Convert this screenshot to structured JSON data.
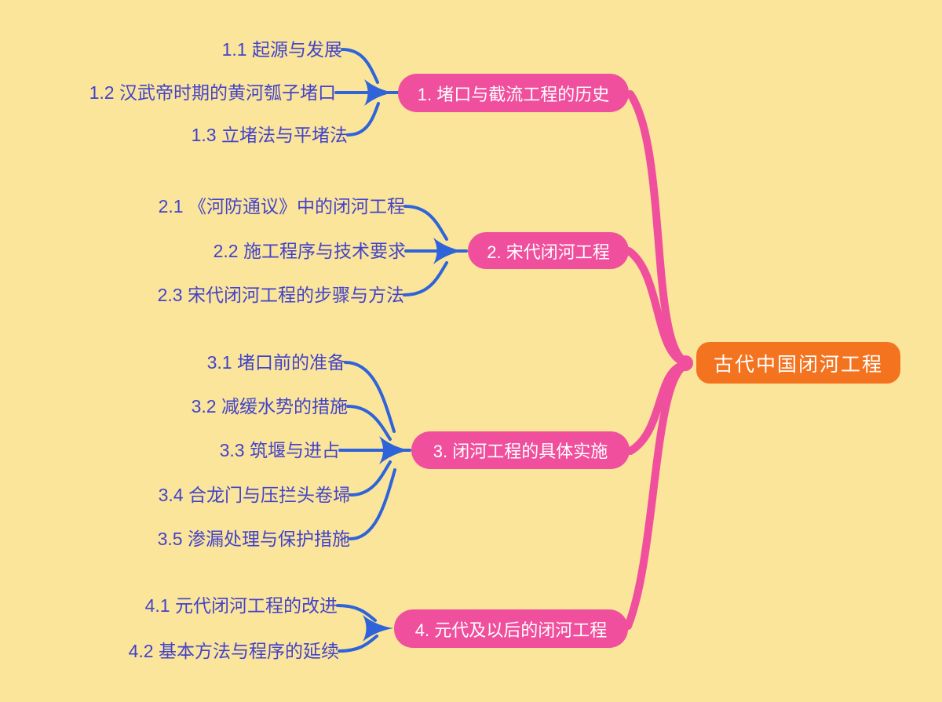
{
  "colors": {
    "background": "#FAE59B",
    "root_fill": "#F4731F",
    "branch_fill": "#F04F9D",
    "pink_edge": "#F04F9D",
    "blue_edge": "#2F63D9",
    "leaf_text": "#4343C9",
    "node_text": "#FFFFFF"
  },
  "mindmap": {
    "root": {
      "label": "古代中国闭河工程"
    },
    "branches": [
      {
        "label": "1. 堵口与截流工程的历史",
        "children": [
          {
            "label": "1.1 起源与发展"
          },
          {
            "label": "1.2 汉武帝时期的黄河瓠子堵口"
          },
          {
            "label": "1.3 立堵法与平堵法"
          }
        ]
      },
      {
        "label": "2. 宋代闭河工程",
        "children": [
          {
            "label": "2.1 《河防通议》中的闭河工程"
          },
          {
            "label": "2.2 施工程序与技术要求"
          },
          {
            "label": "2.3 宋代闭河工程的步骤与方法"
          }
        ]
      },
      {
        "label": "3. 闭河工程的具体实施",
        "children": [
          {
            "label": "3.1 堵口前的准备"
          },
          {
            "label": "3.2 减缓水势的措施"
          },
          {
            "label": "3.3 筑堰与进占"
          },
          {
            "label": "3.4 合龙门与压拦头卷埽"
          },
          {
            "label": "3.5 渗漏处理与保护措施"
          }
        ]
      },
      {
        "label": "4. 元代及以后的闭河工程",
        "children": [
          {
            "label": "4.1 元代闭河工程的改进"
          },
          {
            "label": "4.2 基本方法与程序的延续"
          }
        ]
      }
    ]
  }
}
